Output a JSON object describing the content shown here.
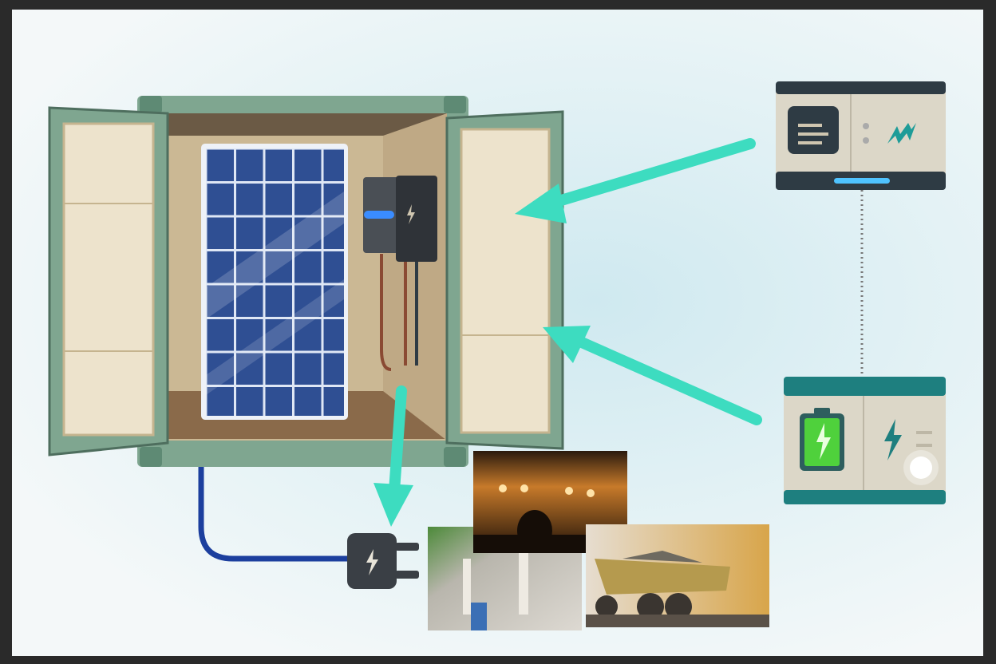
{
  "colors": {
    "frame": "#2a2a2a",
    "background": "#e4f2f5",
    "container": "#7fa690",
    "door_panel": "#ede3cc",
    "solar_panel": "#2f4f93",
    "arrow": "#3ddcc0",
    "cable": "#1c3f9e",
    "device_body": "#dcd7c8",
    "device_dark": "#2e3b44",
    "battery_green": "#4fd13c",
    "teal": "#1e7f7f"
  },
  "icons": [
    "lightning-icon",
    "battery-icon",
    "plug-icon",
    "display-icon"
  ],
  "photos": [
    "concert-crowd-photo",
    "construction-site-photo",
    "mining-truck-photo"
  ]
}
